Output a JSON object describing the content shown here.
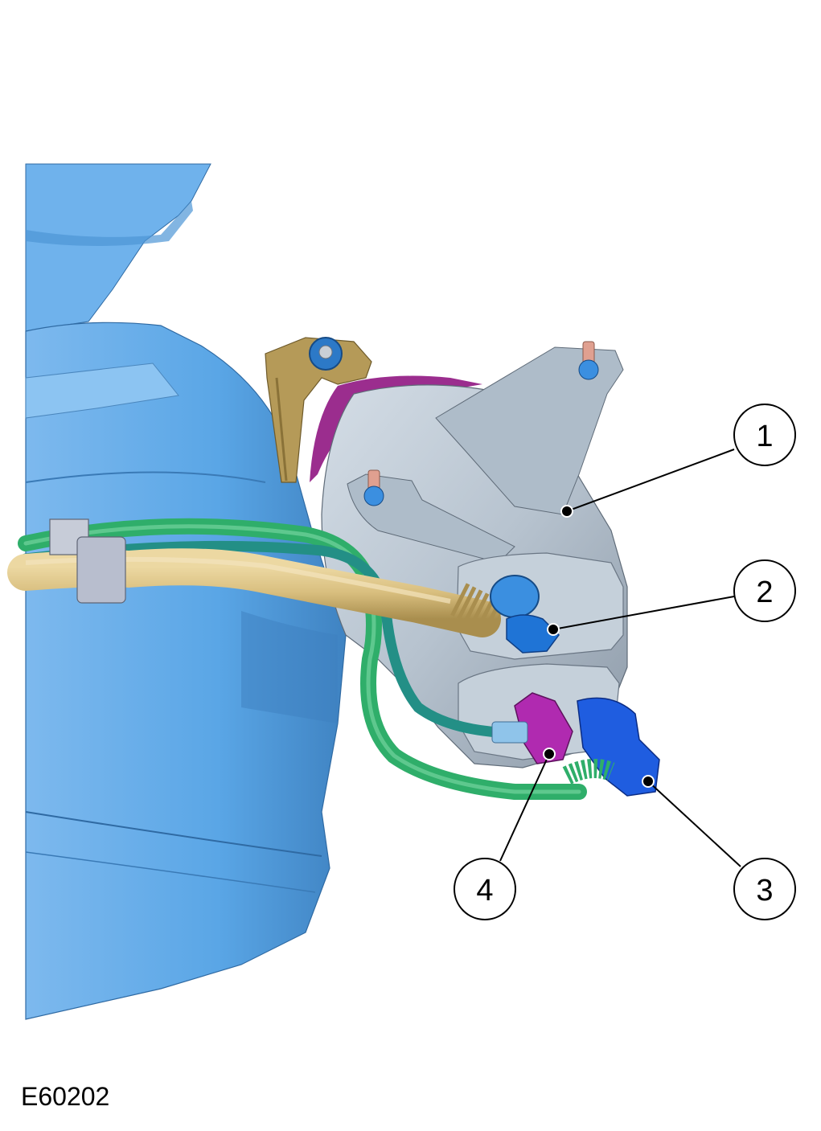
{
  "figure_id": "E60202",
  "callouts": [
    {
      "number": "1",
      "part": "canister-body"
    },
    {
      "number": "2",
      "part": "connector-blue-upper"
    },
    {
      "number": "3",
      "part": "connector-blue-lower"
    },
    {
      "number": "4",
      "part": "connector-magenta"
    }
  ],
  "colors": {
    "tank": "#5aa6e6",
    "tank_dark": "#3f83c2",
    "tank_light": "#8cc4f2",
    "canister": "#b7c3cf",
    "canister_dark": "#8d9aa8",
    "bracket": "#b59a58",
    "filler_pipe": "#d8be7e",
    "hose_green": "#2fae6a",
    "hose_teal": "#238f86",
    "connector_blue": "#1f5de0",
    "connector_light_blue": "#3b8fe0",
    "connector_magenta": "#b02ab0",
    "rim_purple": "#9b2d8e",
    "leader": "#000000"
  }
}
